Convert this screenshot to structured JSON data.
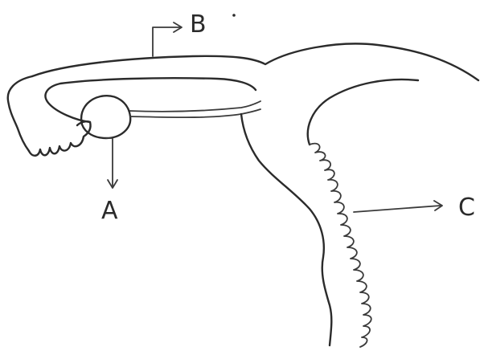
{
  "diagram": {
    "labels": {
      "a": "A",
      "b": "B",
      "c": "C"
    },
    "stroke_color": "#2b2b2b",
    "background": "#ffffff"
  }
}
